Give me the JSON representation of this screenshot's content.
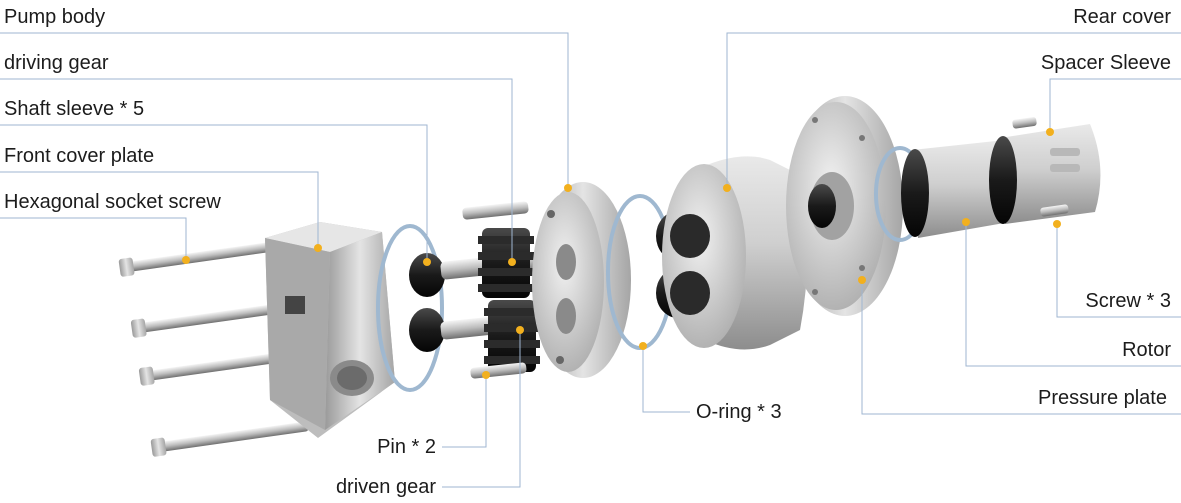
{
  "labels": {
    "pump_body": "Pump body",
    "driving_gear": "driving gear",
    "shaft_sleeve": "Shaft sleeve * 5",
    "front_cover_plate": "Front cover plate",
    "hex_socket_screw": "Hexagonal socket screw",
    "rear_cover": "Rear cover",
    "spacer_sleeve": "Spacer Sleeve",
    "screw": "Screw * 3",
    "rotor": "Rotor",
    "pressure_plate": "Pressure plate",
    "o_ring": "O-ring * 3",
    "pin": "Pin * 2",
    "driven_gear": "driven gear"
  },
  "colors": {
    "leader_line": "#9fb6d1",
    "marker_dot": "#f2b01e",
    "text": "#1c1c1c",
    "metal": "#c9c9c9",
    "dark_part": "#1f1f1f",
    "o_ring": "#a9c7e6"
  }
}
